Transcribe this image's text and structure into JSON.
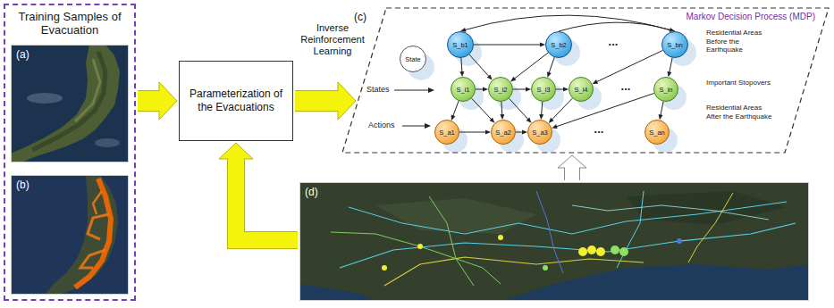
{
  "diagram": {
    "nodes": [
      {
        "text": [
          "Training Samples of Evacuation"
        ]
      },
      {
        "text": [
          "(a)"
        ],
        "in": 0
      },
      {
        "text": [
          "(b)"
        ],
        "in": 0
      },
      {
        "text": [
          "Parameterization of the Evacuations"
        ]
      },
      {
        "text": [
          "(c)",
          "Markov Decision Process (MDP)"
        ]
      },
      {
        "text": [
          "State"
        ],
        "in": 4
      },
      {
        "text": [
          "S_b1"
        ],
        "in": 4
      },
      {
        "text": [
          "S_b2"
        ],
        "in": 4
      },
      {
        "text": [
          "S_bn"
        ],
        "in": 4
      },
      {
        "text": [
          "S_i1"
        ],
        "in": 4
      },
      {
        "text": [
          "S_i2"
        ],
        "in": 4
      },
      {
        "text": [
          "S_i3"
        ],
        "in": 4
      },
      {
        "text": [
          "S_i4"
        ],
        "in": 4
      },
      {
        "text": [
          "S_in"
        ],
        "in": 4
      },
      {
        "text": [
          "S_a1"
        ],
        "in": 4
      },
      {
        "text": [
          "S_a2"
        ],
        "in": 4
      },
      {
        "text": [
          "S_a3"
        ],
        "in": 4
      },
      {
        "text": [
          "S_an"
        ],
        "in": 4
      },
      {
        "text": [
          "(d)"
        ]
      }
    ],
    "edges": [
      {
        "from": 0,
        "to": 3,
        "arrow": "to"
      },
      {
        "from": 3,
        "to": 4,
        "label": "Inverse Reinforcement Learning",
        "arrow": "to"
      },
      {
        "from": 18,
        "to": 4,
        "arrow": "to"
      },
      {
        "from": 18,
        "to": 3,
        "arrow": "to"
      },
      {
        "from": 6,
        "to": 7,
        "arrow": "to"
      },
      {
        "from": 8,
        "to": 6,
        "arrow": "to"
      },
      {
        "from": 7,
        "to": 8,
        "arrow": "to"
      },
      {
        "from": 6,
        "to": 9,
        "arrow": "to"
      },
      {
        "from": 6,
        "to": 10,
        "arrow": "to"
      },
      {
        "from": 7,
        "to": 10,
        "arrow": "to"
      },
      {
        "from": 7,
        "to": 11,
        "arrow": "to"
      },
      {
        "from": 8,
        "to": 12,
        "arrow": "to"
      },
      {
        "from": 8,
        "to": 13,
        "arrow": "to"
      },
      {
        "from": 9,
        "to": 10,
        "arrow": "to"
      },
      {
        "from": 10,
        "to": 11,
        "arrow": "to"
      },
      {
        "from": 11,
        "to": 12,
        "arrow": "to"
      },
      {
        "from": 9,
        "to": 14,
        "arrow": "to"
      },
      {
        "from": 9,
        "to": 15,
        "arrow": "to"
      },
      {
        "from": 10,
        "to": 15,
        "arrow": "to"
      },
      {
        "from": 10,
        "to": 16,
        "arrow": "to"
      },
      {
        "from": 11,
        "to": 16,
        "arrow": "to"
      },
      {
        "from": 12,
        "to": 16,
        "arrow": "to"
      },
      {
        "from": 13,
        "to": 16,
        "arrow": "to"
      },
      {
        "from": 13,
        "to": 17,
        "arrow": "to"
      },
      {
        "from": 14,
        "to": 15,
        "arrow": "to"
      },
      {
        "from": 15,
        "to": 16,
        "arrow": "to"
      }
    ],
    "labels": [
      "States",
      "Actions",
      "Residential Areas Before the Earthquake",
      "Important Stopovers",
      "Residential Areas After the Earthquake",
      "...",
      "...",
      "..."
    ]
  }
}
